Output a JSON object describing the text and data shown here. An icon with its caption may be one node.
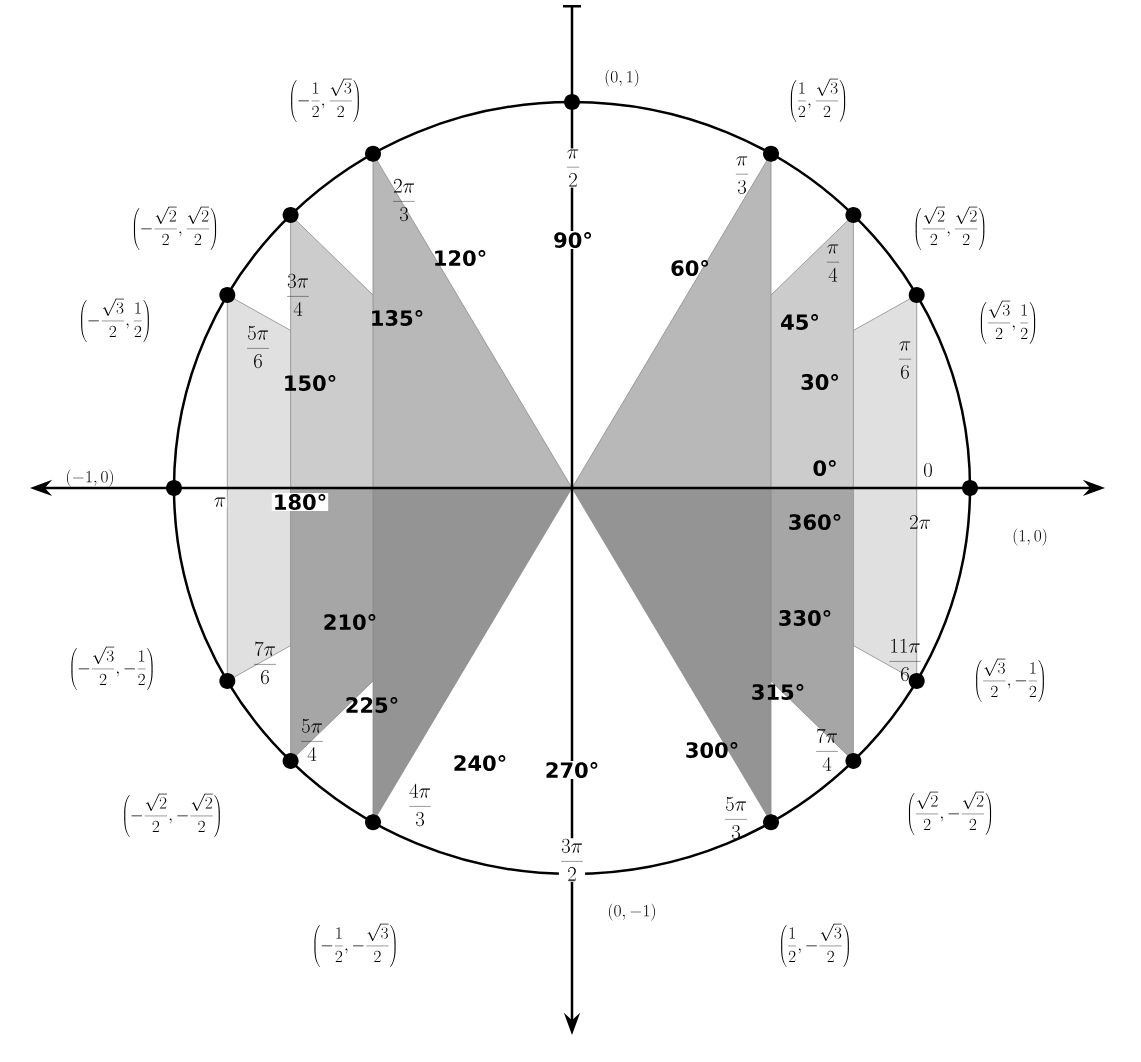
{
  "diagram": {
    "labels": [
      "\\left(1, 0\\right)",
      "0",
      "0°",
      "360°",
      "2\\pi",
      "\\left(\\frac{\\sqrt{3}}{2}, \\frac{1}{2}\\right)",
      "\\frac{\\pi}{6}",
      "30°",
      "\\left(\\frac{\\sqrt{2}}{2}, \\frac{\\sqrt{2}}{2}\\right)",
      "\\frac{\\pi}{4}",
      "45°",
      "\\left(\\frac{1}{2}, \\frac{\\sqrt{3}}{2}\\right)",
      "\\frac{\\pi}{3}",
      "60°",
      "\\left(0,1\\right)",
      "\\frac{\\pi}{2}",
      "90°",
      "\\left(-\\frac{1}{2}, \\frac{\\sqrt{3}}{2}\\right)",
      "\\frac{2\\pi}{3}",
      "120°",
      "\\left(-\\frac{\\sqrt{2}}{2}, \\frac{\\sqrt{2}}{2}\\right)",
      "\\frac{3\\pi}{4}",
      "135°",
      "\\left(-\\frac{\\sqrt{3}}{2}, \\frac{1}{2}\\right)",
      "\\frac{5\\pi}{6}",
      "150°",
      "\\left(-1, 0\\right)",
      "\\pi",
      "180°",
      "\\left(-\\frac{\\sqrt{3}}{2}, -\\frac{1}{2}\\right)",
      "\\frac{7\\pi}{6}",
      "210°",
      "\\left(-\\frac{\\sqrt{2}}{2}, -\\frac{\\sqrt{2}}{2}\\right)",
      "\\frac{5\\pi}{4}",
      "225°",
      "\\left(-\\frac{1}{2}, -\\frac{\\sqrt{3}}{2}\\right)",
      "\\frac{4\\pi}{3}",
      "240°",
      "\\left(0, -1\\right)",
      "\\frac{3\\pi}{2}",
      "270°",
      "\\left(\\frac{1}{2}, -\\frac{\\sqrt{3}}{2}\\right)",
      "\\frac{5\\pi}{3}",
      "300°",
      "\\left(\\frac{\\sqrt{2}}{2}, -\\frac{\\sqrt{2}}{2}\\right)",
      "\\frac{7\\pi}{4}",
      "315°",
      "\\left(\\frac{\\sqrt{3}}{2}, -\\frac{1}{2}\\right)",
      "\\frac{11\\pi}{6}",
      "330°"
    ]
  }
}
